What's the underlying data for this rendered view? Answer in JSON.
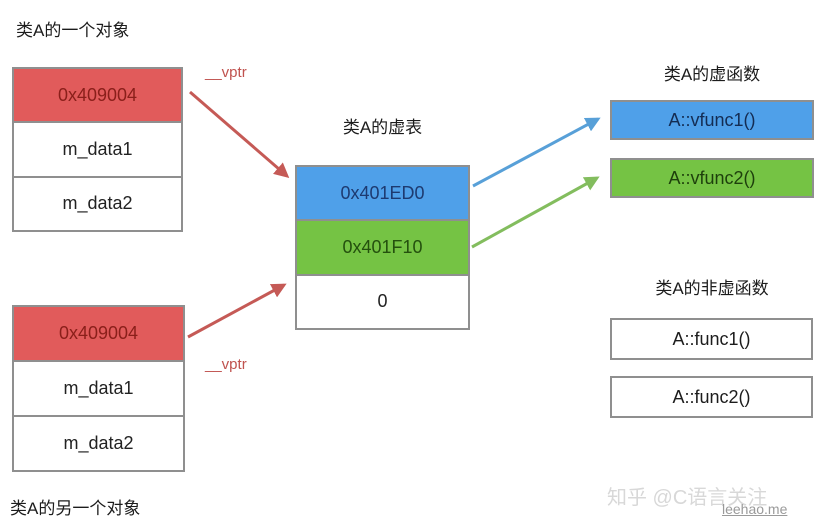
{
  "object1": {
    "title": "类A的一个对象",
    "cells": [
      "0x409004",
      "m_data1",
      "m_data2"
    ]
  },
  "object2": {
    "title": "类A的另一个对象",
    "cells": [
      "0x409004",
      "m_data1",
      "m_data2"
    ]
  },
  "vtable": {
    "title": "类A的虚表",
    "cells": [
      "0x401ED0",
      "0x401F10",
      "0"
    ]
  },
  "virtual_functions": {
    "title": "类A的虚函数",
    "items": [
      "A::vfunc1()",
      "A::vfunc2()"
    ]
  },
  "nonvirtual_functions": {
    "title": "类A的非虚函数",
    "items": [
      "A::func1()",
      "A::func2()"
    ]
  },
  "labels": {
    "vptr_top": "__vptr",
    "vptr_bottom": "__vptr"
  },
  "watermark": {
    "zhihu": "知乎 @C语言关注",
    "site": "leehao.me"
  },
  "colors": {
    "cell_red": "#E15B5B",
    "cell_red_text": "#8a1f1a",
    "cell_blue": "#4FA0E9",
    "cell_blue_text": "#1d3a70",
    "cell_green": "#75C344",
    "cell_green_text": "#24500e",
    "border_gray": "#8f8f8f",
    "arrow_red": "#c55a56",
    "arrow_blue": "#58a0d8",
    "arrow_green": "#83bd5e",
    "vptr_label_red": "#c0524e"
  }
}
